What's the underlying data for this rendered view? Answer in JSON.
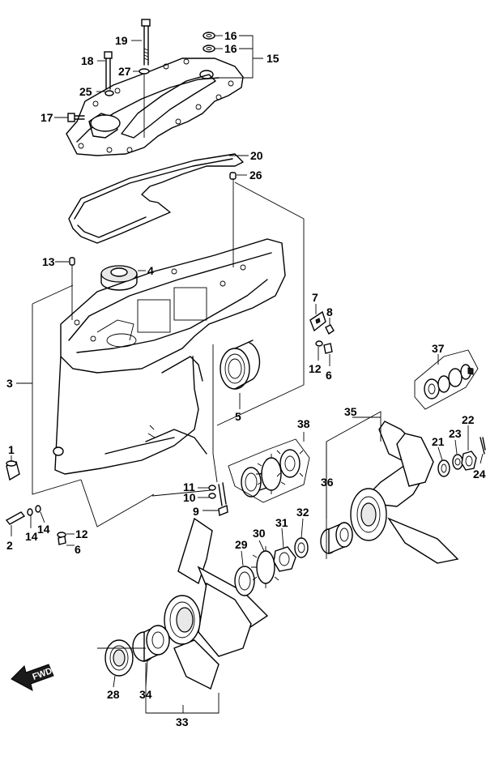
{
  "fwd_label": "FWD",
  "callouts": [
    {
      "id": "c1",
      "text": "1"
    },
    {
      "id": "c2",
      "text": "2"
    },
    {
      "id": "c3",
      "text": "3"
    },
    {
      "id": "c4",
      "text": "4"
    },
    {
      "id": "c5",
      "text": "5"
    },
    {
      "id": "c6a",
      "text": "6"
    },
    {
      "id": "c6b",
      "text": "6"
    },
    {
      "id": "c7",
      "text": "7"
    },
    {
      "id": "c8",
      "text": "8"
    },
    {
      "id": "c9",
      "text": "9"
    },
    {
      "id": "c10",
      "text": "10"
    },
    {
      "id": "c11",
      "text": "11"
    },
    {
      "id": "c12a",
      "text": "12"
    },
    {
      "id": "c12b",
      "text": "12"
    },
    {
      "id": "c13",
      "text": "13"
    },
    {
      "id": "c14a",
      "text": "14"
    },
    {
      "id": "c14b",
      "text": "14"
    },
    {
      "id": "c15",
      "text": "15"
    },
    {
      "id": "c16a",
      "text": "16"
    },
    {
      "id": "c16b",
      "text": "16"
    },
    {
      "id": "c17",
      "text": "17"
    },
    {
      "id": "c18",
      "text": "18"
    },
    {
      "id": "c19",
      "text": "19"
    },
    {
      "id": "c20",
      "text": "20"
    },
    {
      "id": "c21",
      "text": "21"
    },
    {
      "id": "c22",
      "text": "22"
    },
    {
      "id": "c23",
      "text": "23"
    },
    {
      "id": "c24",
      "text": "24"
    },
    {
      "id": "c25",
      "text": "25"
    },
    {
      "id": "c26",
      "text": "26"
    },
    {
      "id": "c27",
      "text": "27"
    },
    {
      "id": "c28",
      "text": "28"
    },
    {
      "id": "c29",
      "text": "29"
    },
    {
      "id": "c30",
      "text": "30"
    },
    {
      "id": "c31",
      "text": "31"
    },
    {
      "id": "c32",
      "text": "32"
    },
    {
      "id": "c33",
      "text": "33"
    },
    {
      "id": "c34",
      "text": "34"
    },
    {
      "id": "c35",
      "text": "35"
    },
    {
      "id": "c36",
      "text": "36"
    },
    {
      "id": "c37",
      "text": "37"
    },
    {
      "id": "c38",
      "text": "38"
    }
  ]
}
